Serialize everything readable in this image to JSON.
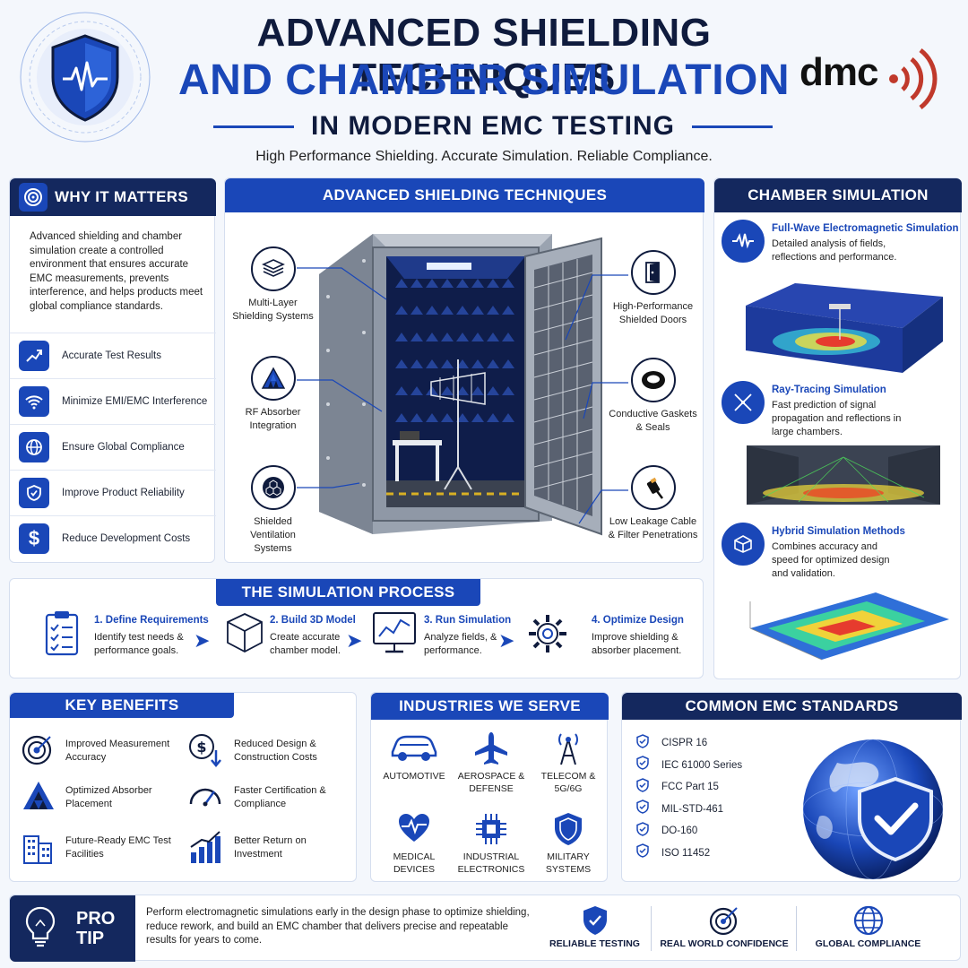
{
  "header": {
    "title_line1": "ADVANCED SHIELDING TECHNIQUES",
    "title_line2": "AND CHAMBER SIMULATION",
    "title_line3": "IN MODERN EMC TESTING",
    "tagline": "High Performance Shielding. Accurate Simulation. Reliable Compliance.",
    "logo_text": "dmc"
  },
  "why": {
    "title": "WHY IT MATTERS",
    "intro": "Advanced shielding and chamber simulation create a controlled environment that ensures accurate EMC measurements, prevents interference, and helps products meet global compliance standards.",
    "items": [
      {
        "label": "Accurate Test Results",
        "icon": "trend-chart-icon"
      },
      {
        "label": "Minimize EMI/EMC Interference",
        "icon": "wifi-icon"
      },
      {
        "label": "Ensure Global Compliance",
        "icon": "globe-icon"
      },
      {
        "label": "Improve Product Reliability",
        "icon": "shield-check-icon"
      },
      {
        "label": "Reduce Development Costs",
        "icon": "dollar-icon"
      }
    ]
  },
  "shielding": {
    "title": "ADVANCED SHIELDING TECHNIQUES",
    "left": [
      {
        "label": "Multi-Layer Shielding Systems",
        "icon": "layers-icon"
      },
      {
        "label": "RF Absorber Integration",
        "icon": "pyramid-absorber-icon"
      },
      {
        "label": "Shielded Ventilation Systems",
        "icon": "honeycomb-icon"
      }
    ],
    "right": [
      {
        "label": "High-Performance Shielded Doors",
        "icon": "door-icon"
      },
      {
        "label": "Conductive Gaskets & Seals",
        "icon": "gasket-ring-icon"
      },
      {
        "label": "Low Leakage Cable & Filter Penetrations",
        "icon": "connector-icon"
      }
    ]
  },
  "chamber": {
    "title": "CHAMBER SIMULATION",
    "items": [
      {
        "title": "Full-Wave Electromagnetic Simulation",
        "desc": "Detailed analysis of fields, reflections and performance.",
        "icon": "waveform-icon"
      },
      {
        "title": "Ray-Tracing Simulation",
        "desc": "Fast prediction of signal propagation and reflections in large chambers.",
        "icon": "ray-tracing-icon"
      },
      {
        "title": "Hybrid Simulation Methods",
        "desc": "Combines accuracy and speed for optimized design and validation.",
        "icon": "cube-icon"
      }
    ]
  },
  "process": {
    "title": "THE SIMULATION PROCESS",
    "steps": [
      {
        "title": "1. Define Requirements",
        "desc": "Identify test needs & performance goals.",
        "icon": "clipboard-icon"
      },
      {
        "title": "2. Build 3D Model",
        "desc": "Create accurate chamber model.",
        "icon": "3d-box-icon"
      },
      {
        "title": "3. Run Simulation",
        "desc": "Analyze fields, & performance.",
        "icon": "monitor-chart-icon"
      },
      {
        "title": "4. Optimize Design",
        "desc": "Improve shielding & absorber placement.",
        "icon": "gear-icon"
      }
    ]
  },
  "benefits": {
    "title": "KEY BENEFITS",
    "items": [
      {
        "label": "Improved Measurement Accuracy",
        "icon": "target-icon"
      },
      {
        "label": "Reduced Design & Construction Costs",
        "icon": "dollar-down-icon"
      },
      {
        "label": "Optimized Absorber Placement",
        "icon": "pyramid-absorber-icon"
      },
      {
        "label": "Faster Certification & Compliance",
        "icon": "speedometer-icon"
      },
      {
        "label": "Future-Ready EMC Test Facilities",
        "icon": "building-icon"
      },
      {
        "label": "Better Return on Investment",
        "icon": "bar-growth-icon"
      }
    ]
  },
  "industries": {
    "title": "INDUSTRIES WE SERVE",
    "items": [
      {
        "label": "AUTOMOTIVE",
        "icon": "car-icon"
      },
      {
        "label": "AEROSPACE & DEFENSE",
        "icon": "airplane-icon"
      },
      {
        "label": "TELECOM & 5G/6G",
        "icon": "antenna-tower-icon"
      },
      {
        "label": "MEDICAL DEVICES",
        "icon": "heart-pulse-icon"
      },
      {
        "label": "INDUSTRIAL ELECTRONICS",
        "icon": "chip-icon"
      },
      {
        "label": "MILITARY SYSTEMS",
        "icon": "shield-icon"
      }
    ]
  },
  "standards": {
    "title": "COMMON EMC STANDARDS",
    "items": [
      "CISPR 16",
      "IEC 61000 Series",
      "FCC Part 15",
      "MIL-STD-461",
      "DO-160",
      "ISO 11452"
    ]
  },
  "protip": {
    "label_line1": "PRO",
    "label_line2": "TIP",
    "text": "Perform electromagnetic simulations early in the design phase to optimize shielding, reduce rework, and build an EMC chamber that delivers precise and repeatable results for years to come.",
    "badges": [
      {
        "label": "RELIABLE TESTING",
        "icon": "shield-check-icon"
      },
      {
        "label": "REAL WORLD CONFIDENCE",
        "icon": "target-icon"
      },
      {
        "label": "GLOBAL COMPLIANCE",
        "icon": "globe-icon"
      }
    ]
  },
  "colors": {
    "navy": "#0f1b3d",
    "primary": "#1a47b8",
    "accent_red": "#c0392b"
  }
}
